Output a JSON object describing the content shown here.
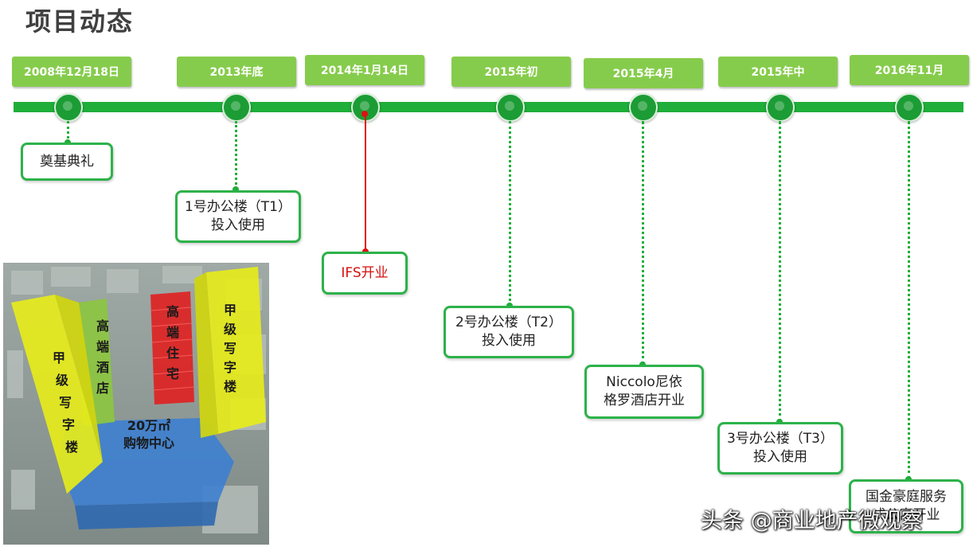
{
  "title": "项目动态",
  "milestones": [
    {
      "date": "2008年12月18日",
      "event_lines": [
        "奠基典礼"
      ]
    },
    {
      "date": "2013年底",
      "event_lines": [
        "1号办公楼（T1）",
        "投入使用"
      ]
    },
    {
      "date": "2014年1月14日",
      "event_lines": [
        "IFS开业"
      ],
      "highlight_color": "#e01010"
    },
    {
      "date": "2015年初",
      "event_lines": [
        "2号办公楼（T2）",
        "投入使用"
      ]
    },
    {
      "date": "2015年4月",
      "event_lines": [
        "Niccolo尼依",
        "格罗酒店开业"
      ]
    },
    {
      "date": "2015年中",
      "event_lines": [
        "3号办公楼（T3）",
        "投入使用"
      ]
    },
    {
      "date": "2016年11月",
      "event_lines": [
        "国金豪庭服务",
        "式公寓开业"
      ]
    }
  ],
  "illustration": {
    "labels": {
      "tower_left": "甲级写字楼",
      "hotel": "高端酒店",
      "residence": "高端住宅",
      "tower_right": "甲级写字楼",
      "mall_line1": "20万㎡",
      "mall_line2": "购物中心"
    }
  },
  "watermark": "头条 @商业地产微观察",
  "colors": {
    "timeline": "#1fae3a",
    "date_box": "#86cc4c",
    "highlight": "#e01010",
    "office": "#e6ec1a",
    "hotel": "#8cc63e",
    "residence": "#e02020",
    "mall": "#3d7fd0"
  }
}
